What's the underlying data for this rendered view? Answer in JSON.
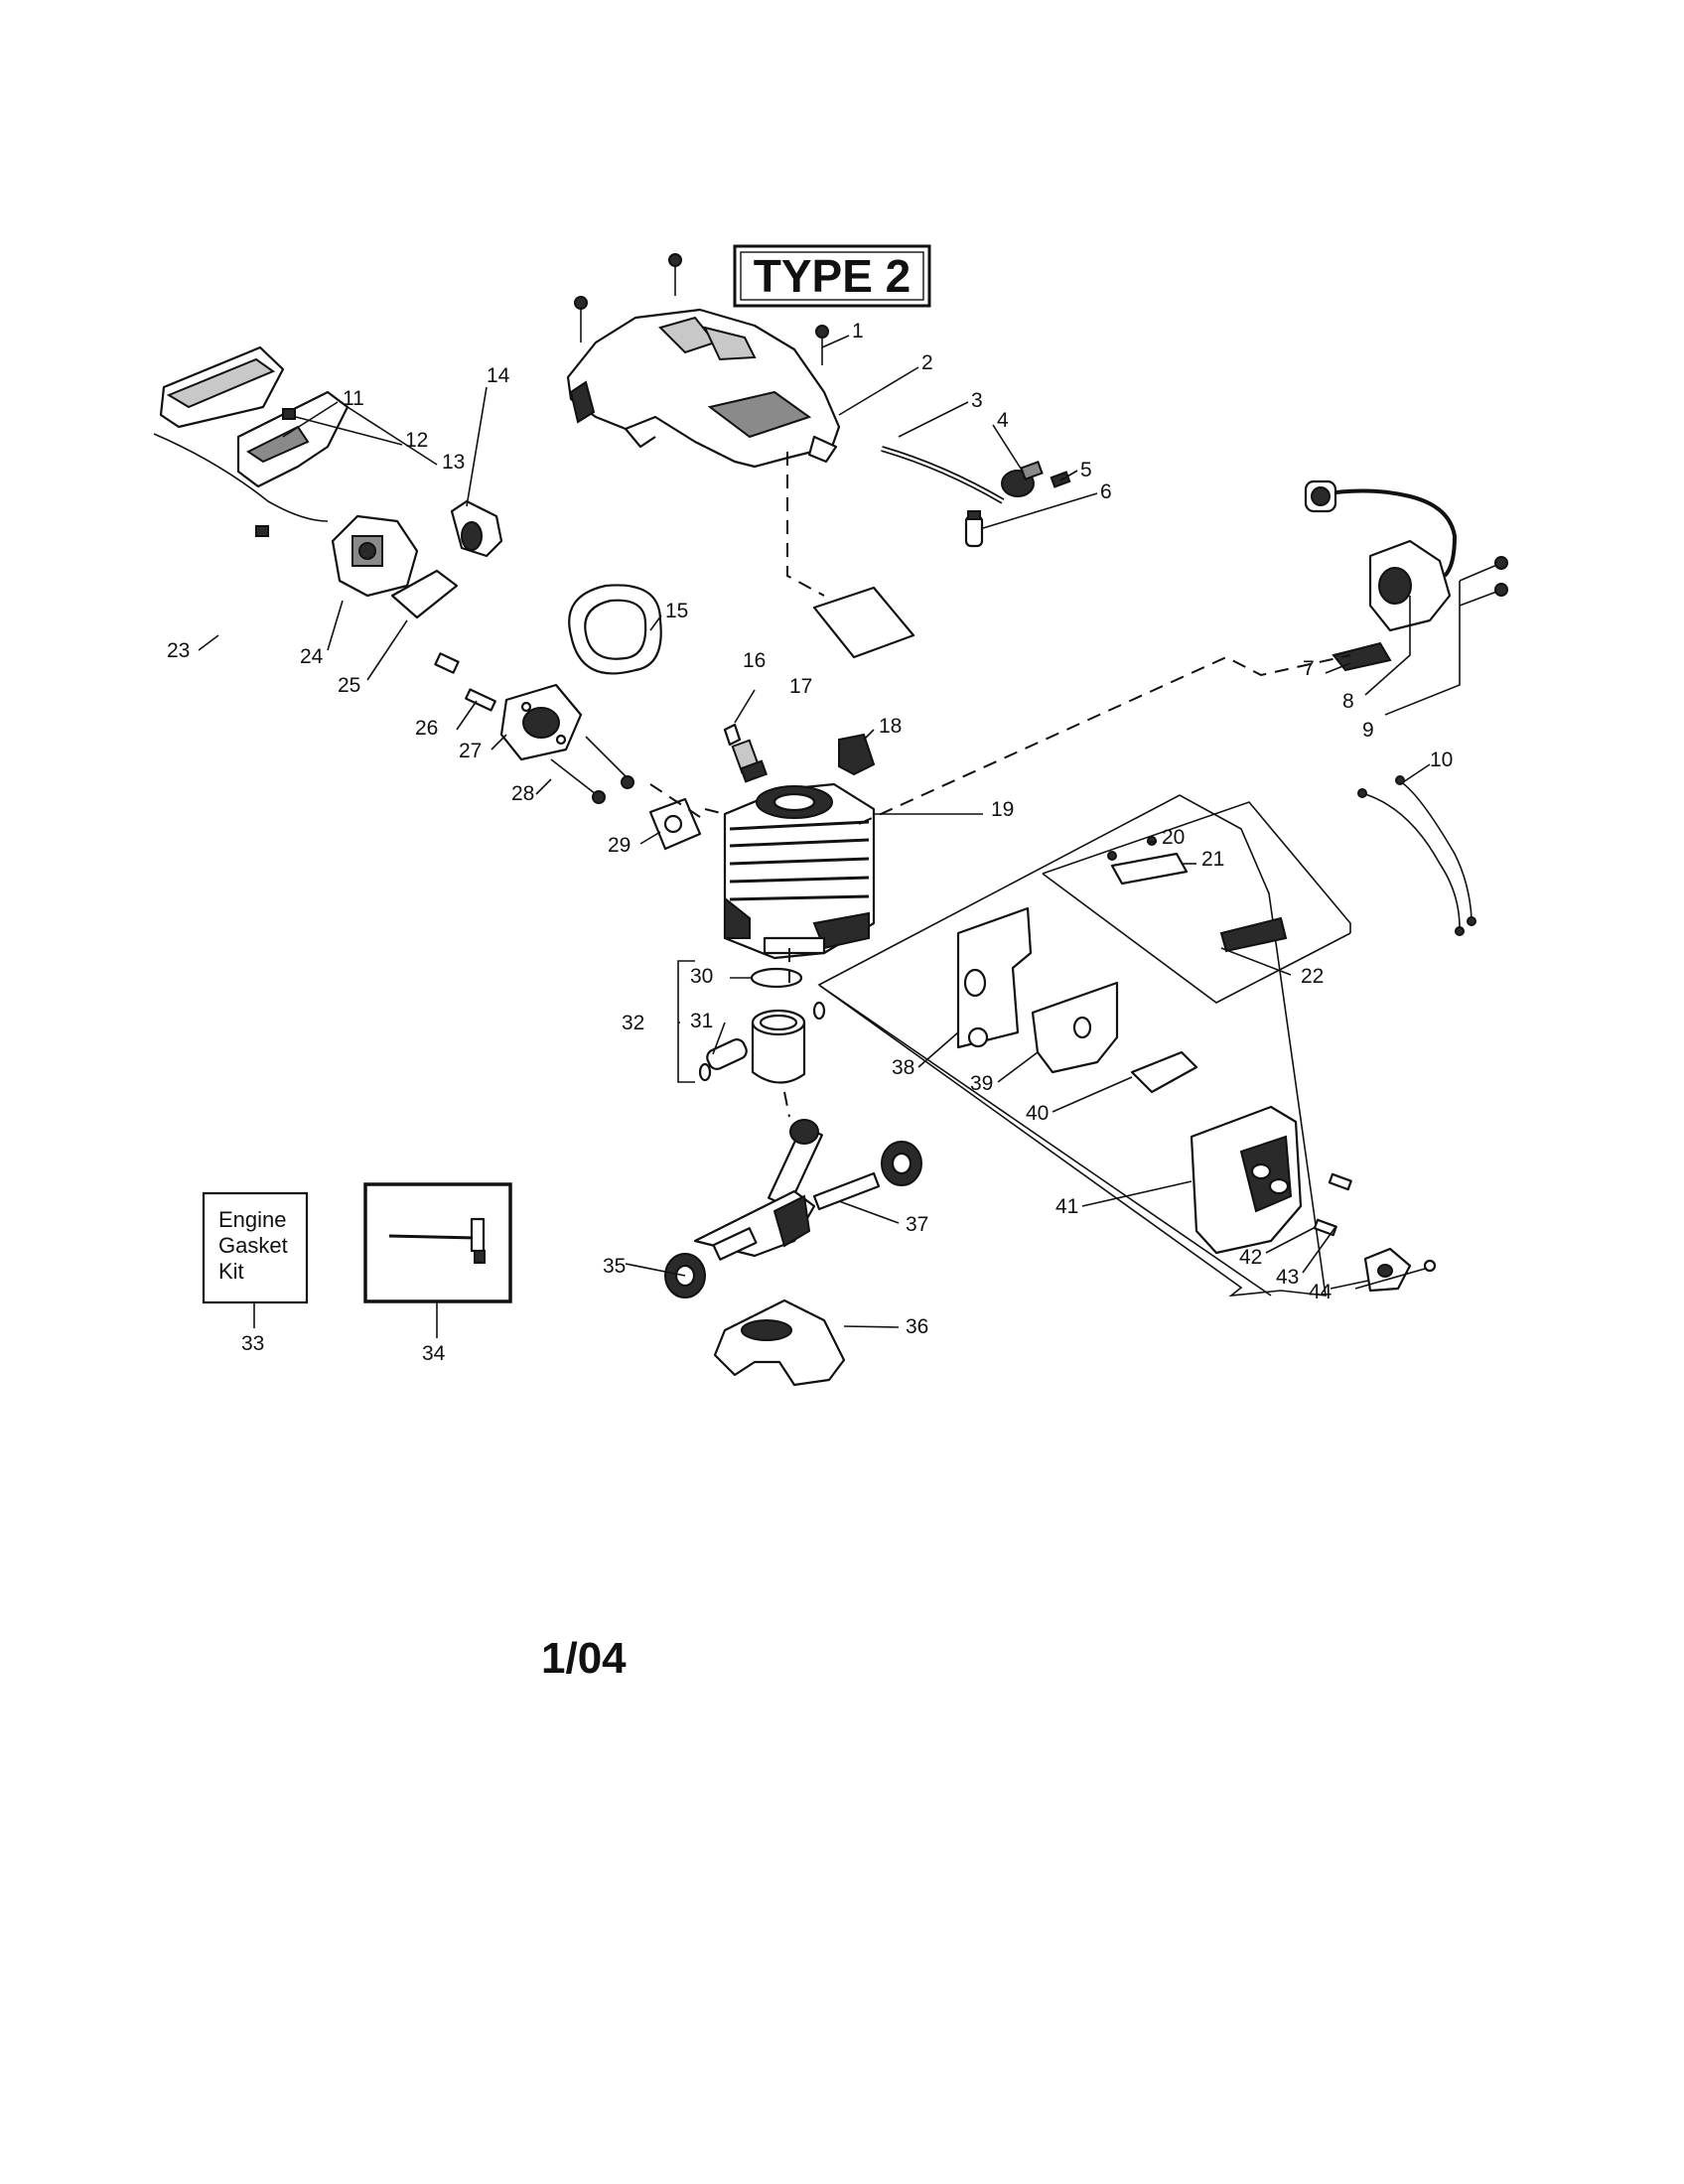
{
  "header": {
    "type_label": "TYPE 2"
  },
  "footer": {
    "date_code": "1/04"
  },
  "kit_box": {
    "lines": [
      "Engine",
      "Gasket",
      "Kit"
    ]
  },
  "callouts": [
    "1",
    "2",
    "3",
    "4",
    "5",
    "6",
    "7",
    "8",
    "9",
    "10",
    "11",
    "12",
    "13",
    "14",
    "15",
    "16",
    "17",
    "18",
    "19",
    "20",
    "21",
    "22",
    "23",
    "24",
    "25",
    "26",
    "27",
    "28",
    "29",
    "30",
    "31",
    "32",
    "33",
    "34",
    "35",
    "36",
    "37",
    "38",
    "39",
    "40",
    "41",
    "42",
    "43",
    "44"
  ]
}
